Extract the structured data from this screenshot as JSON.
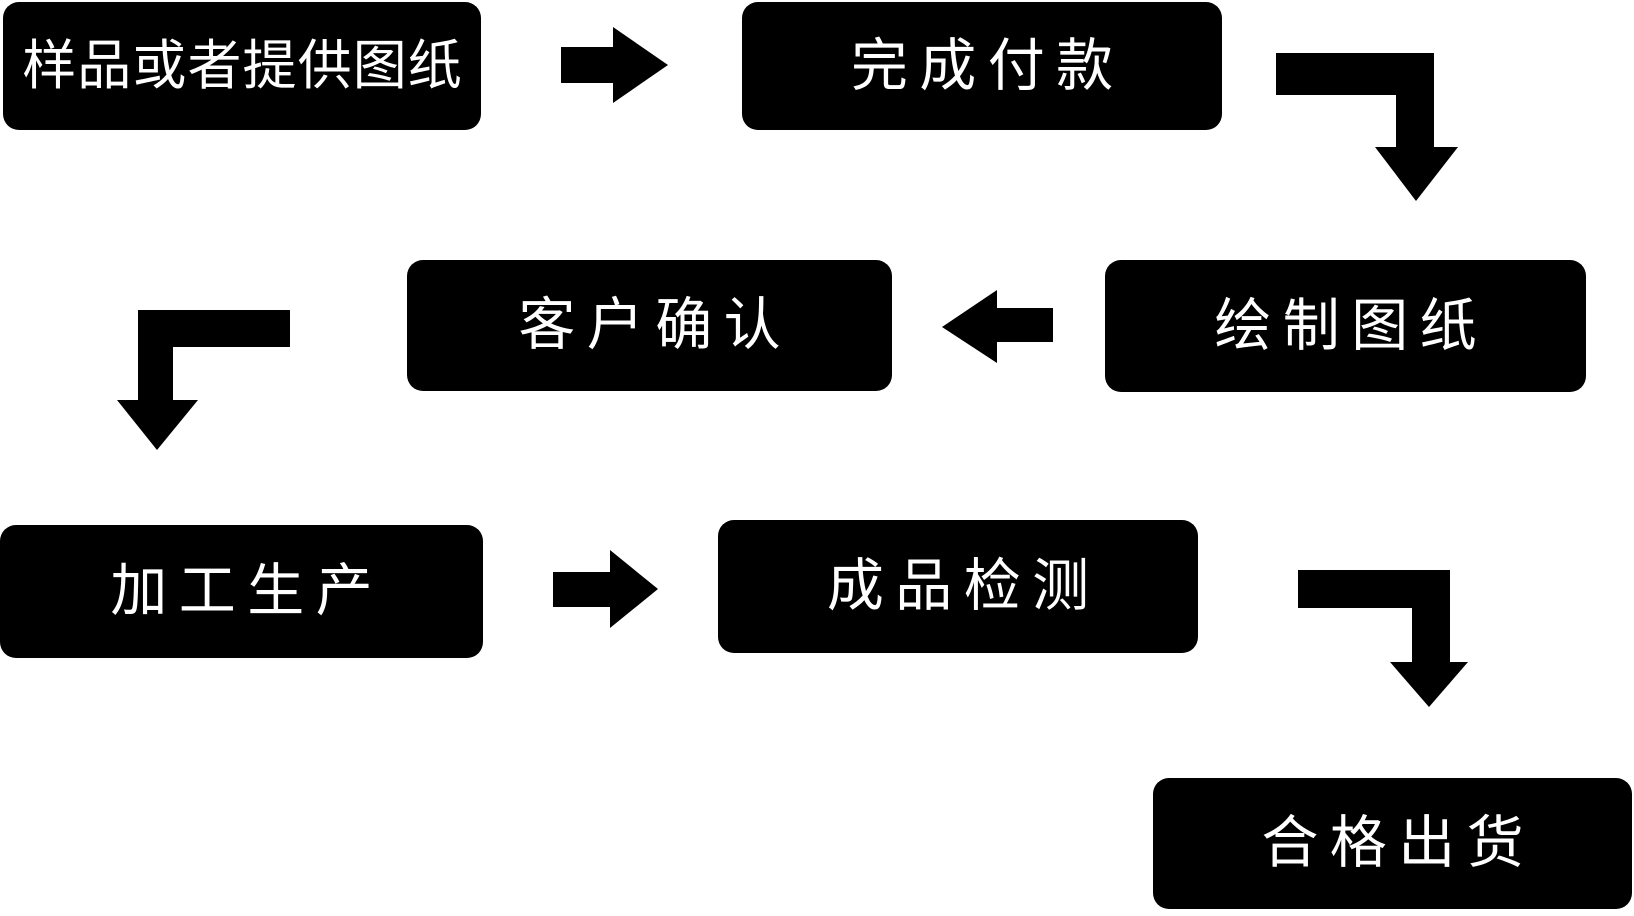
{
  "flowchart": {
    "colors": {
      "background": "#ffffff",
      "node_bg": "#000000",
      "node_text": "#ffffff",
      "arrow": "#000000"
    },
    "nodes": [
      {
        "id": "sample-or-drawing",
        "label": "样品或者提供图纸"
      },
      {
        "id": "complete-payment",
        "label": "完成付款"
      },
      {
        "id": "draw-drawings",
        "label": "绘制图纸"
      },
      {
        "id": "customer-confirm",
        "label": "客户确认"
      },
      {
        "id": "processing-production",
        "label": "加工生产"
      },
      {
        "id": "product-inspection",
        "label": "成品检测"
      },
      {
        "id": "qualified-shipment",
        "label": "合格出货"
      }
    ],
    "connections": [
      {
        "from": "样品或者提供图纸",
        "to": "完成付款",
        "style": "straight-right"
      },
      {
        "from": "完成付款",
        "to": "绘制图纸",
        "style": "elbow-right-down"
      },
      {
        "from": "绘制图纸",
        "to": "客户确认",
        "style": "straight-left"
      },
      {
        "from": "客户确认",
        "to": "加工生产",
        "style": "elbow-left-down"
      },
      {
        "from": "加工生产",
        "to": "成品检测",
        "style": "straight-right"
      },
      {
        "from": "成品检测",
        "to": "合格出货",
        "style": "elbow-right-down"
      }
    ]
  }
}
